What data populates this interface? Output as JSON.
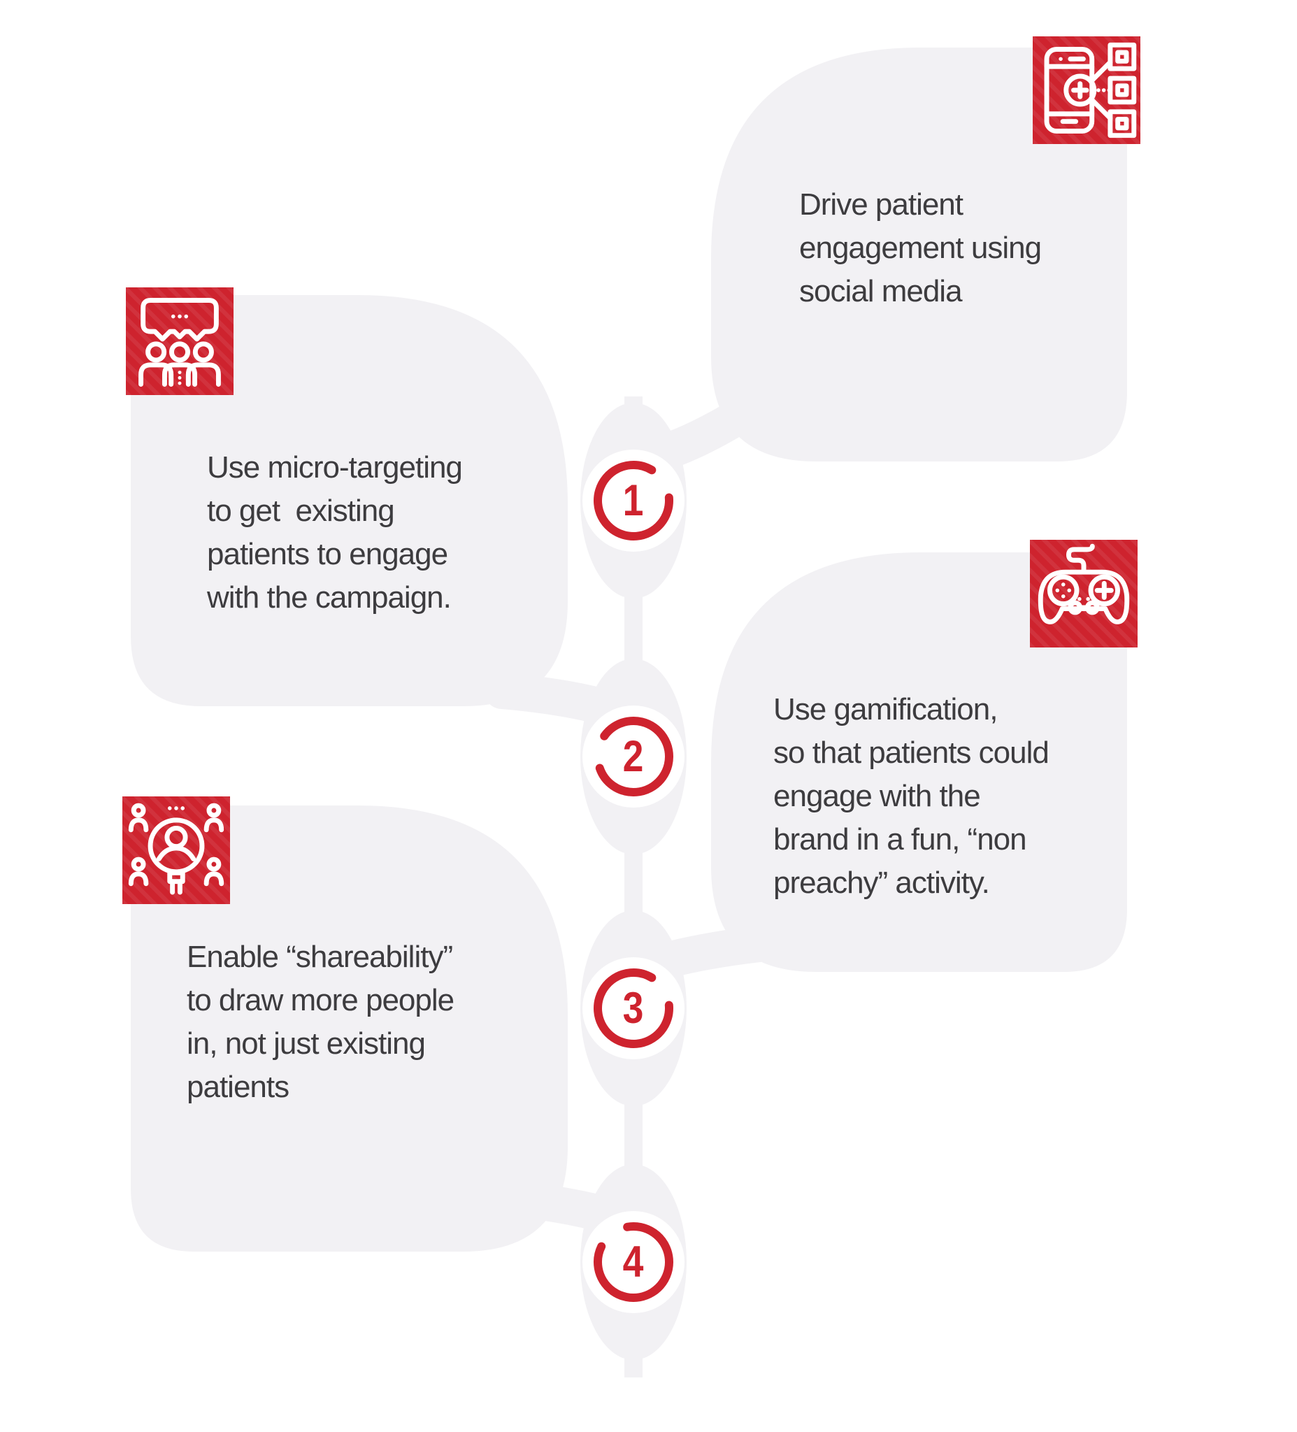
{
  "palette": {
    "red": "#ce232e",
    "blob_gray": "#f2f1f4",
    "text_dark": "#3d3c3f",
    "white": "#ffffff"
  },
  "steps": [
    {
      "number": "1",
      "icon": "phone-share-icon",
      "label": "Drive patient\nengagement using\nsocial media"
    },
    {
      "number": "2",
      "icon": "audience-chat-icon",
      "label": "Use micro-targeting\nto get  existing\npatients to engage\nwith the campaign."
    },
    {
      "number": "3",
      "icon": "gamepad-icon",
      "label": "Use gamification,\nso that patients could\nengage with the\nbrand in a fun, “non\npreachy” activity."
    },
    {
      "number": "4",
      "icon": "person-search-icon",
      "label": "Enable “shareability”\nto draw more people\nin, not just existing\npatients"
    }
  ]
}
